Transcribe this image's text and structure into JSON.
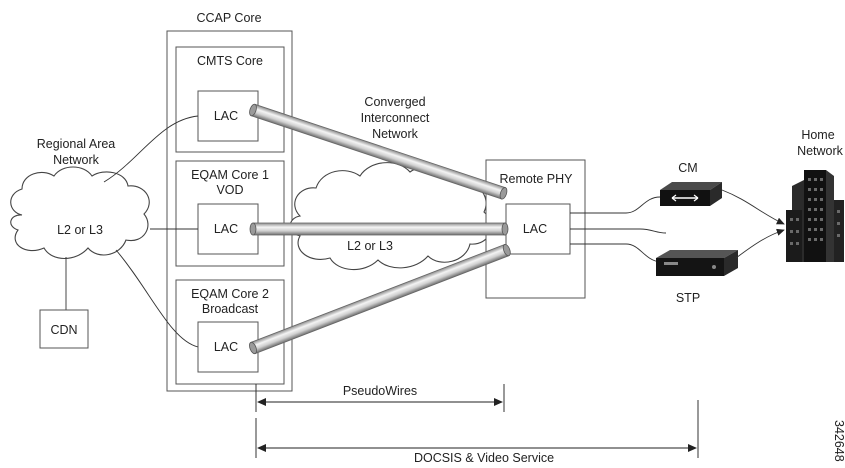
{
  "diagram": {
    "ccap_core_label": "CCAP Core",
    "cmts_core_label": "CMTS Core",
    "eqam_core1_line1": "EQAM Core 1",
    "eqam_core1_line2": "VOD",
    "eqam_core2_line1": "EQAM Core 2",
    "eqam_core2_line2": "Broadcast",
    "lac_label": "LAC",
    "regional_line1": "Regional Area",
    "regional_line2": "Network",
    "regional_cloud_label": "L2 or L3",
    "cin_line1": "Converged",
    "cin_line2": "Interconnect",
    "cin_line3": "Network",
    "cin_cloud_label": "L2 or L3",
    "cdn_label": "CDN",
    "remote_phy_label": "Remote PHY",
    "cm_label": "CM",
    "stp_label": "STP",
    "home_line1": "Home",
    "home_line2": "Network",
    "pseudowires_label": "PseudoWires",
    "docsis_label": "DOCSIS & Video Service",
    "figure_number": "342648"
  },
  "colors": {
    "line": "#333333",
    "pipe_light": "#f4f4f4",
    "pipe_dark": "#8a8a8a",
    "building": "#1a1a1a"
  }
}
